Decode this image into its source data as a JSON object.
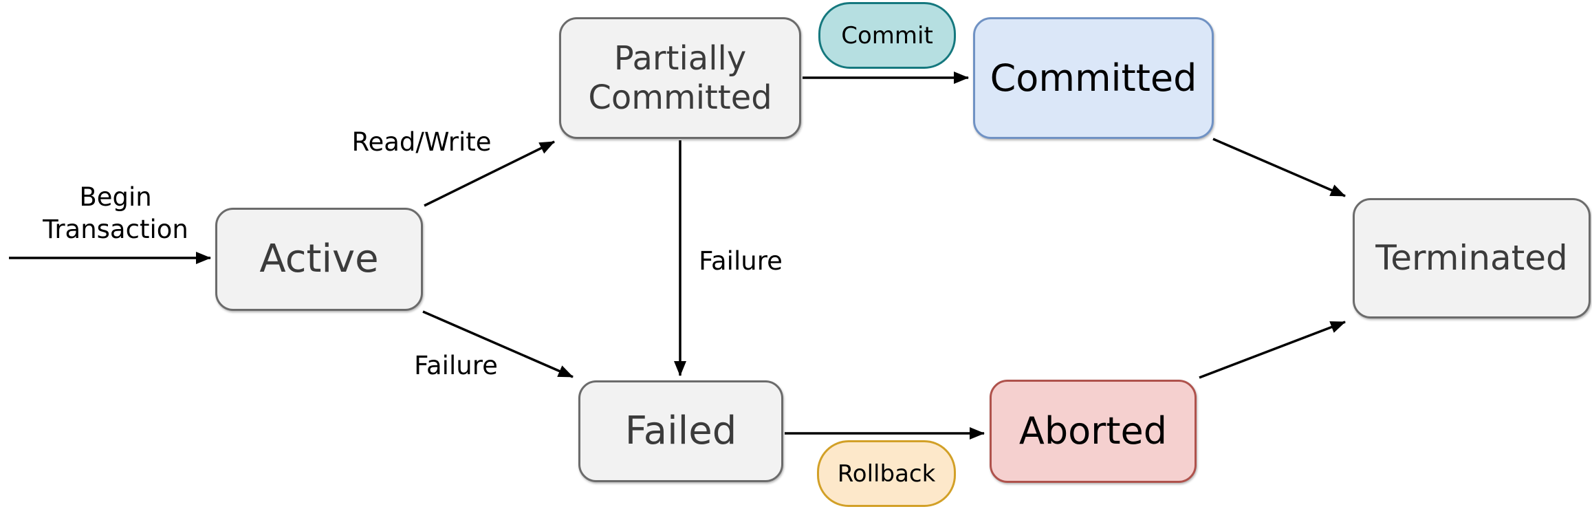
{
  "nodes": {
    "active": {
      "label": "Active"
    },
    "partially_committed": {
      "label": "Partially\nCommitted"
    },
    "committed": {
      "label": "Committed"
    },
    "terminated": {
      "label": "Terminated"
    },
    "failed": {
      "label": "Failed"
    },
    "aborted": {
      "label": "Aborted"
    }
  },
  "labels": {
    "begin_transaction": "Begin\nTransaction",
    "read_write": "Read/Write",
    "commit": "Commit",
    "failure_upper": "Failure",
    "failure_lower": "Failure",
    "rollback": "Rollback"
  },
  "colors": {
    "node_fill": "#f2f2f2",
    "node_border": "#6b6b6b",
    "node_text": "#3b3b3b",
    "committed_fill": "#dbe7f8",
    "committed_border": "#7092c4",
    "aborted_fill": "#f5d0cf",
    "aborted_border": "#af524c",
    "commit_pill_fill": "#b6dfe1",
    "commit_pill_border": "#15787e",
    "rollback_pill_fill": "#fde8ca",
    "rollback_pill_border": "#d2a027",
    "arrow": "#000000",
    "label_text": "#000000",
    "background": "#ffffff"
  }
}
